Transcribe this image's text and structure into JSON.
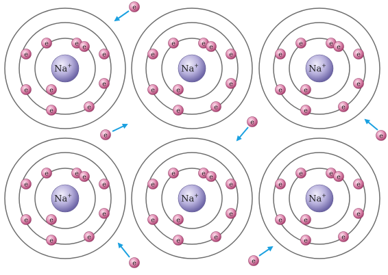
{
  "diagram": {
    "nucleus_label": "Na",
    "nucleus_charge": "+",
    "electron_label": "e",
    "atom_count": 6,
    "free_electron_count": 6,
    "colors": {
      "shell": "#6d6d6d",
      "electron_light": "#f4c4d8",
      "electron_dark": "#b04a78",
      "nucleus_light": "#e6e3f6",
      "nucleus_dark": "#7a72b0",
      "arrow": "#1aa0e0"
    }
  }
}
